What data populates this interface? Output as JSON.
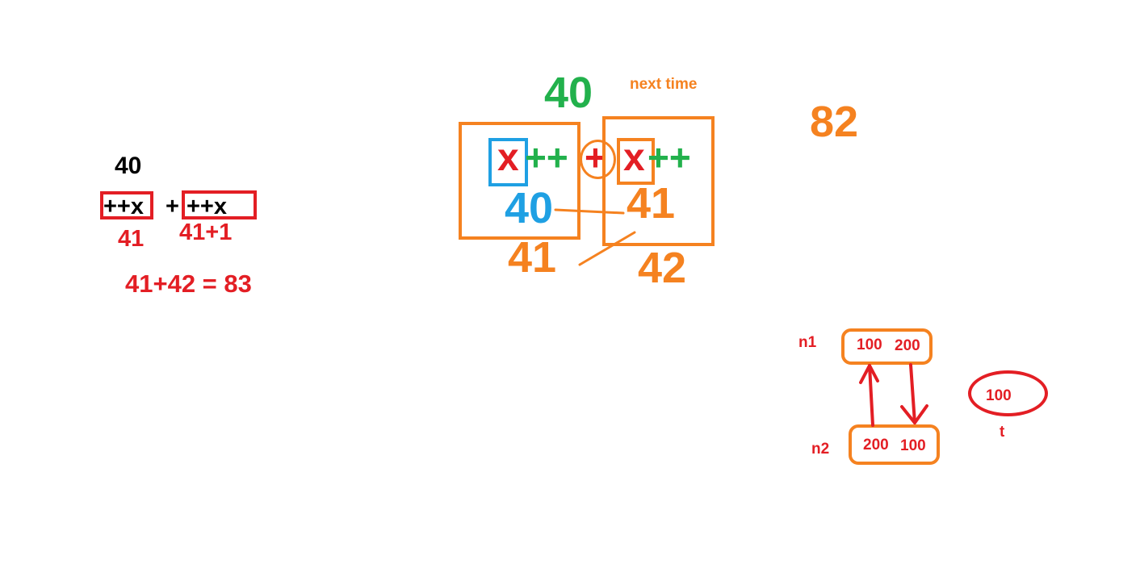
{
  "colors": {
    "red": "#e31e24",
    "orange": "#f58220",
    "green": "#22b14c",
    "blue": "#1fa0e3",
    "black": "#000000"
  },
  "left": {
    "top_value": "40",
    "term1": "++x",
    "plus": "+",
    "term2": "++x",
    "value1": "41",
    "value2": "41+1",
    "result": "41+42 = 83"
  },
  "middle": {
    "top_value": "40",
    "next_time": "next time",
    "box1_var": "x",
    "box1_op": "++",
    "plus": "+",
    "box2_var": "x",
    "box2_op": "++",
    "box1_value": "40",
    "box2_value": "41",
    "below1": "41",
    "below2": "42"
  },
  "right": {
    "total": "82"
  },
  "swap": {
    "n1_label": "n1",
    "n1_a": "100",
    "n1_b": "200",
    "n2_label": "n2",
    "n2_a": "200",
    "n2_b": "100",
    "t_value": "100",
    "t_label": "t"
  }
}
